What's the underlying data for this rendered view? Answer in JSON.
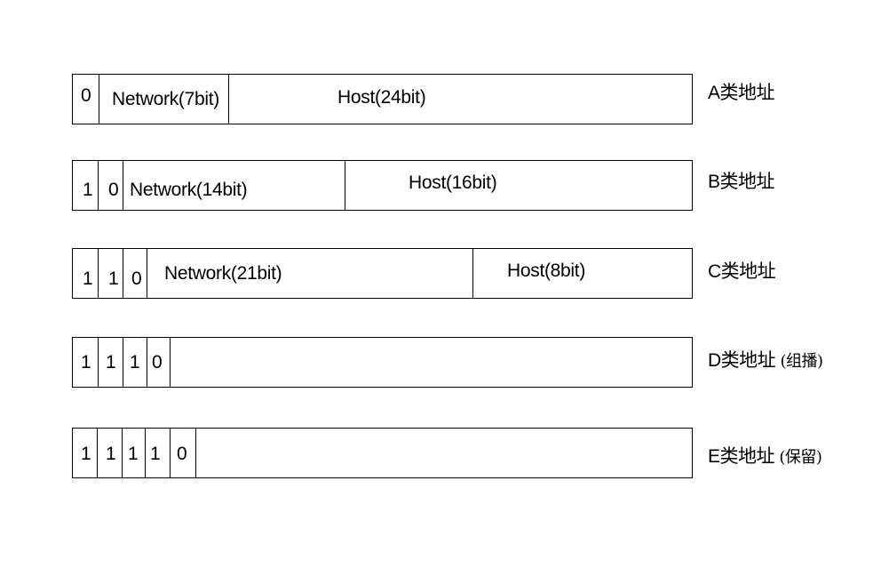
{
  "rows": [
    {
      "label": "A类地址",
      "suffix": "",
      "bits": [
        "0"
      ],
      "network": "Network(7bit)",
      "host": "Host(24bit)"
    },
    {
      "label": "B类地址",
      "suffix": "",
      "bits": [
        "1",
        "0"
      ],
      "network": "Network(14bit)",
      "host": "Host(16bit)"
    },
    {
      "label": "C类地址",
      "suffix": "",
      "bits": [
        "1",
        "1",
        "0"
      ],
      "network": "Network(21bit)",
      "host": "Host(8bit)"
    },
    {
      "label": "D类地址",
      "suffix": "(组播)",
      "bits": [
        "1",
        "1",
        "1",
        "0"
      ]
    },
    {
      "label": "E类地址",
      "suffix": "(保留)",
      "bits": [
        "1",
        "1",
        "1",
        "1",
        "0"
      ]
    }
  ]
}
